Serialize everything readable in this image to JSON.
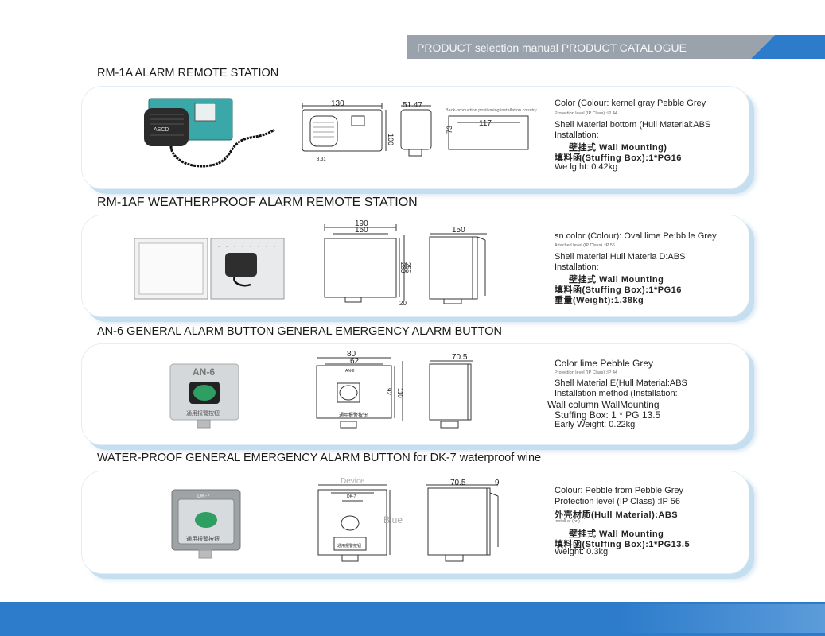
{
  "header": {
    "title": "PRODUCT selection manual PRODUCT CATALOGUE"
  },
  "sections": [
    {
      "title": "RM-1A ALARM REMOTE STATION",
      "drawing": {
        "dim_w": "130",
        "dim_d": "51.47",
        "dim_h": "100",
        "dim_mount": "117",
        "dim_mount_h": "73",
        "dim_small": "8.31",
        "note": "Back-production positioning installation country",
        "device_text": "ASCD"
      },
      "spec": [
        "Color (Colour: kernel gray Pebble Grey",
        "Protection level (IP Class) :IP 44",
        "Shell Material bottom (Hull Material:ABS",
        "Installation:",
        "壁挂式 Wall Mounting)",
        "填料函(Stuffing Box):1*PG16",
        "We lg ht: 0.42kg"
      ]
    },
    {
      "title": "RM-1AF WEATHERPROOF ALARM REMOTE STATION",
      "drawing": {
        "dim_w1": "190",
        "dim_w2": "150",
        "dim_d": "150",
        "dim_h1": "230",
        "dim_h2": "255",
        "dim_small": "20"
      },
      "spec": [
        "sn color (Colour): Oval lime Pe:bb le Grey",
        "Attached level (IP Class) :IP 56",
        "Shell material Hull Materia D:ABS",
        "Installation:",
        "壁挂式 Wall Mounting",
        "填料函(Stuffing Box):1*PG16",
        "重量(Weight):1.38kg"
      ]
    },
    {
      "title": "AN-6 GENERAL ALARM BUTTON GENERAL EMERGENCY ALARM BUTTON",
      "drawing": {
        "dim_w1": "80",
        "dim_w2": "62",
        "dim_d": "70.5",
        "dim_h1": "92",
        "dim_h2": "110",
        "label": "AN-6",
        "device_text": "通用报警按钮"
      },
      "spec": [
        "Color lime Pebble Grey",
        "Protection level (IP Class) :IP 44",
        "Shell Material E(Hull Material:ABS",
        "Installation method (Installation:",
        "Wall column WallMounting",
        "Stuffing Box: 1 * PG 13.5",
        "Early Weight: 0.22kg"
      ]
    },
    {
      "title": "WATER-PROOF GENERAL EMERGENCY ALARM BUTTON for DK-7 waterproof wine",
      "drawing": {
        "dim_d": "70.5",
        "dim_small": "9",
        "label": "DK-7",
        "overlay_top": "Device",
        "overlay_mid": "Blue",
        "device_text": "通用报警按钮"
      },
      "spec": [
        "Colour: Pebble from Pebble Grey",
        "Protection level (IP Class) :IP 56",
        "外壳材质(Hull Material):ABS",
        "Install at (on)",
        "壁挂式 Wall Mounting",
        "填料函(Stuffing Box):1*PG13.5",
        "Weight: 0.3kg"
      ]
    }
  ],
  "colors": {
    "header_bg": "#9aa3ab",
    "accent_blue": "#2d7ccb",
    "card_shadow": "#c4dff0",
    "device_green": "#2f9e63",
    "device_grey": "#cfd3d6"
  }
}
